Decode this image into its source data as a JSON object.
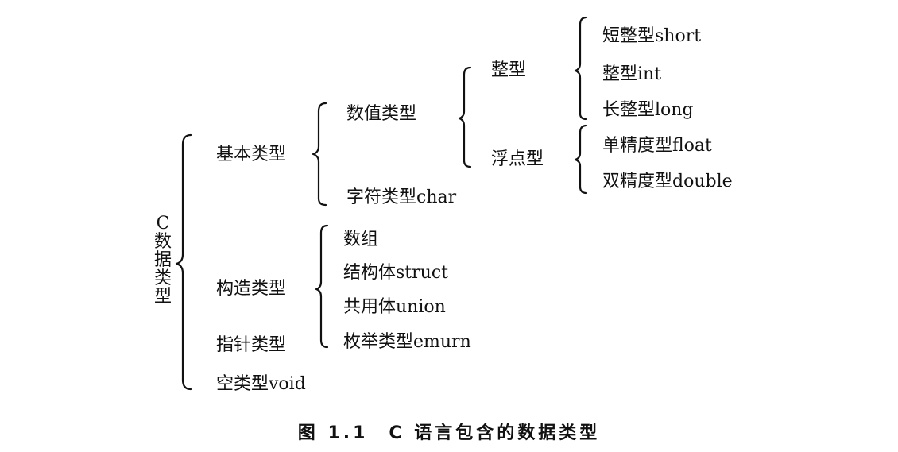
{
  "root": {
    "label": "C数据类型"
  },
  "level1": {
    "basic": "基本类型",
    "construct": "构造类型",
    "pointer": "指针类型",
    "void": "空类型void"
  },
  "basic_children": {
    "numeric": "数值类型",
    "char": "字符类型char"
  },
  "numeric_children": {
    "integer": "整型",
    "float": "浮点型"
  },
  "integer_children": {
    "short": "短整型short",
    "int": "整型int",
    "long": "长整型long"
  },
  "float_children": {
    "float": "单精度型float",
    "double": "双精度型double"
  },
  "construct_children": {
    "array": "数组",
    "struct": "结构体struct",
    "union": "共用体union",
    "enum": "枚举类型emurn"
  },
  "caption": "图 1.1　C 语言包含的数据类型"
}
